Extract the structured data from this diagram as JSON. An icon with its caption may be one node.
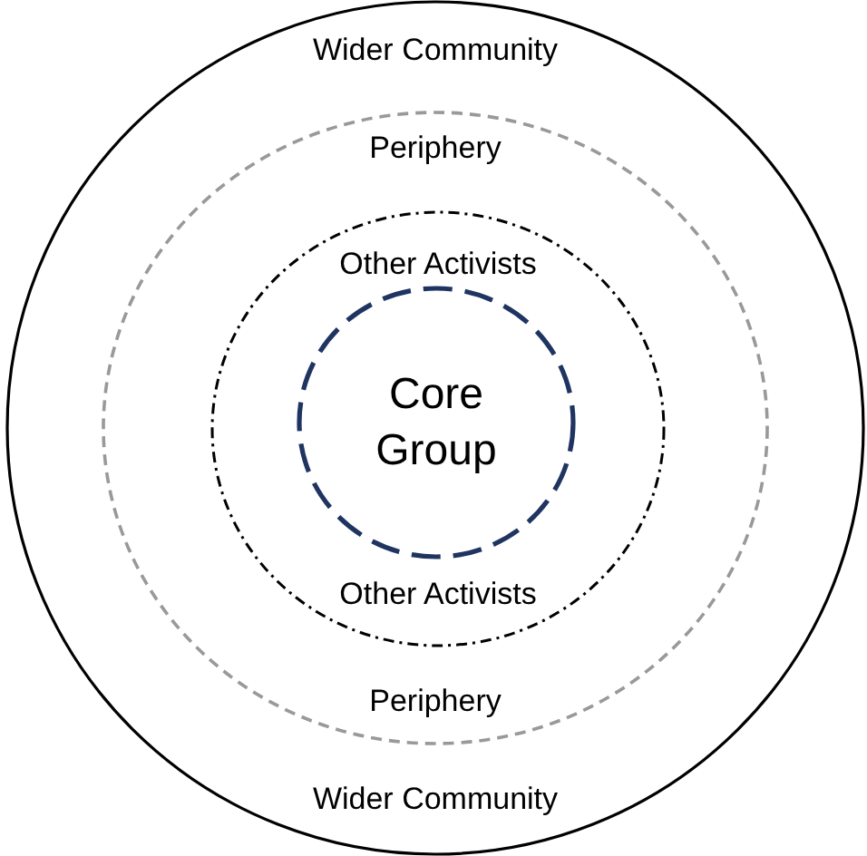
{
  "diagram": {
    "nodes": [
      {
        "text": [
          "Wider Community",
          "Wider Community"
        ]
      },
      {
        "text": [
          "Periphery",
          "Periphery"
        ],
        "in": 0
      },
      {
        "text": [
          "Other Activists",
          "Other Activists"
        ],
        "in": 1
      },
      {
        "text": [
          "Core Group"
        ],
        "in": 2
      }
    ]
  }
}
